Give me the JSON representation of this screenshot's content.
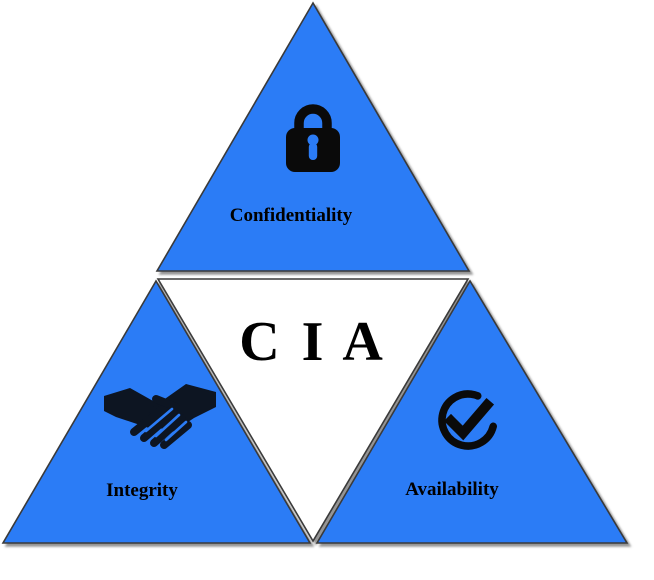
{
  "diagram": {
    "type": "cia-triad-triangle",
    "center": {
      "label": "C I A"
    },
    "sections": [
      {
        "label": "Confidentiality",
        "icon": "lock-icon",
        "position": "top"
      },
      {
        "label": "Integrity",
        "icon": "handshake-icon",
        "position": "bottom-left"
      },
      {
        "label": "Availability",
        "icon": "check-circle-icon",
        "position": "bottom-right"
      }
    ],
    "colors": {
      "triangle_blue": "#2b7cf6",
      "center_fill": "#ffffff",
      "icon_black": "#0a0a0a",
      "handshake_dark": "#0d1522",
      "keyhole_blue": "#2b7cf6"
    }
  }
}
